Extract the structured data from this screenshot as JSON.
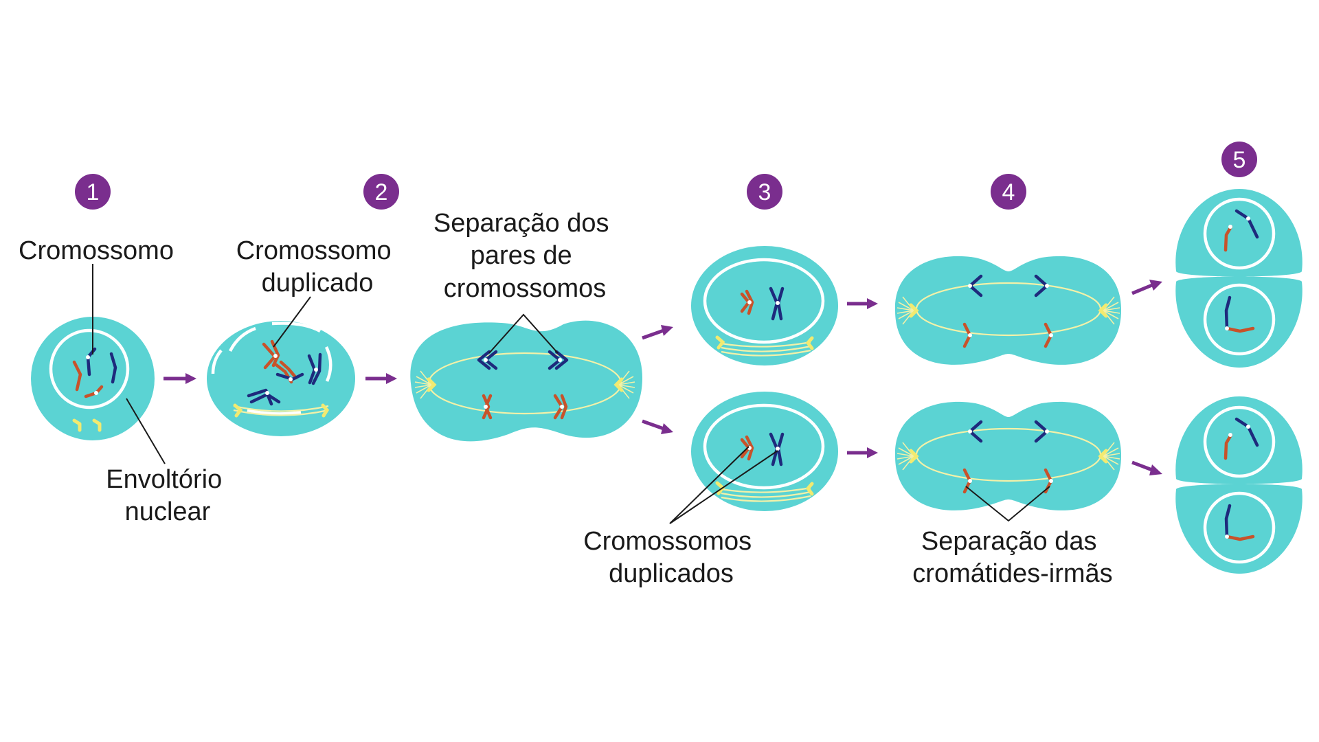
{
  "colors": {
    "cell": "#5bd3d3",
    "badge": "#7a2e8e",
    "arrow": "#7a2e8e",
    "chromosome_blue": "#1e2a7c",
    "chromosome_red": "#c8522a",
    "spindle": "#f3f1a8"
  },
  "stages": [
    {
      "number": "1"
    },
    {
      "number": "2"
    },
    {
      "number": "3"
    },
    {
      "number": "4"
    },
    {
      "number": "5"
    }
  ],
  "labels": {
    "chromosome": "Cromossomo",
    "nuclear_envelope": [
      "Envoltório",
      "nuclear"
    ],
    "duplicated_chromosome": [
      "Cromossomo",
      "duplicado"
    ],
    "pair_separation": [
      "Separação dos",
      "pares de",
      "cromossomos"
    ],
    "duplicated_chromosomes": [
      "Cromossomos",
      "duplicados"
    ],
    "sister_chromatid_separation": [
      "Separação das",
      "cromátides-irmãs"
    ]
  }
}
